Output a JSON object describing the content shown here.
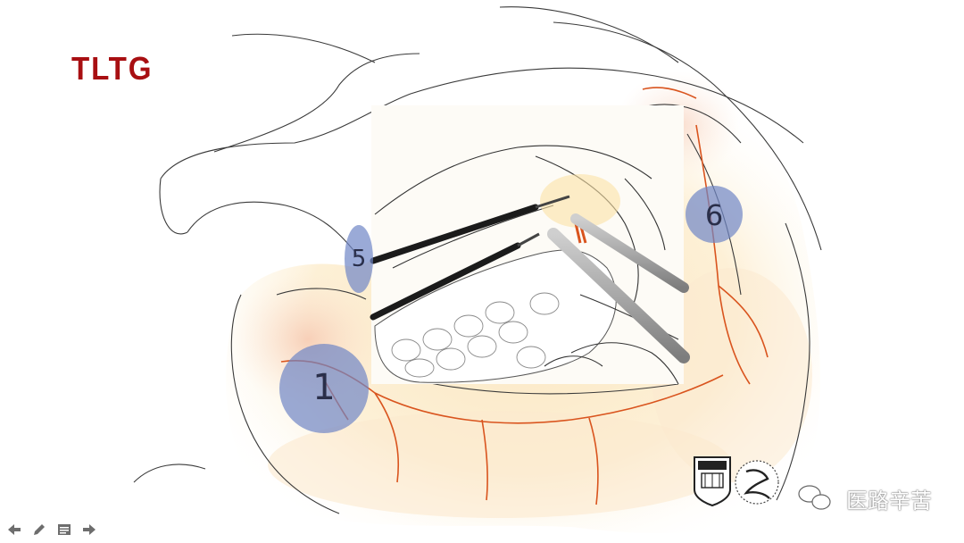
{
  "slide": {
    "title": "TLTG",
    "title_color": "#a80f12"
  },
  "diagram": {
    "node_color": "#6f86c6",
    "vessel_color": "#d9541e",
    "nodes": [
      {
        "id": "node-1",
        "label": "1"
      },
      {
        "id": "node-5",
        "label": "5"
      },
      {
        "id": "node-6",
        "label": "6"
      }
    ]
  },
  "footer": {
    "watermark_text": "医路辛苦",
    "logos": [
      "hospital-seal-logo",
      "surgery-dept-logo"
    ]
  },
  "nav": {
    "icons": [
      "arrow-left-icon",
      "pen-icon",
      "menu-icon",
      "arrow-right-icon"
    ]
  }
}
